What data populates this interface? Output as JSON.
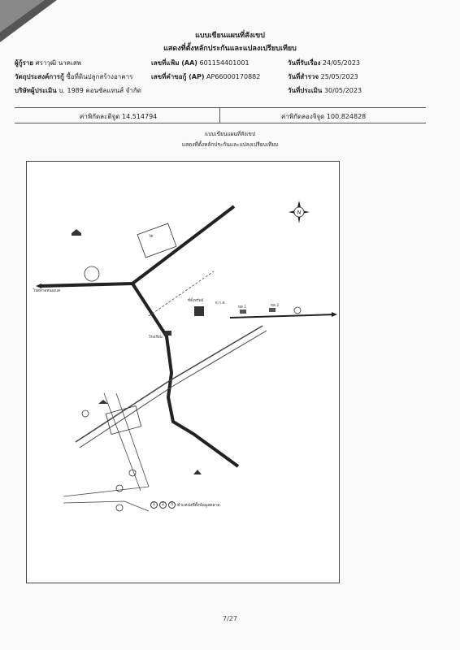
{
  "document": {
    "title": "แบบเขียนแผนที่สังเขป",
    "subtitle": "แสดงที่ตั้งหลักประกันและแปลงเปรียบเทียบ",
    "borrower_label": "ผู้กู้ราย",
    "borrower_value": "ศราวุฒิ นาคเสพ",
    "purpose_label": "วัตถุประสงค์การกู้",
    "purpose_value": "ซื้อที่ดินปลูกสร้างอาคาร",
    "appraiser_label": "บริษัทผู้ประเมิน",
    "appraiser_value": "บ. 1989 คอนซัลแทนส์ จำกัด",
    "file_no_label": "เลขที่แฟ้ม (AA)",
    "file_no_value": "601154401001",
    "request_no_label": "เลขที่คำขอกู้ (AP)",
    "request_no_value": "AP66000170882",
    "received_label": "วันที่รับเรื่อง",
    "received_value": "24/05/2023",
    "survey_label": "วันที่สำรวจ",
    "survey_value": "25/05/2023",
    "appraisal_label": "วันที่ประเมิน",
    "appraisal_value": "30/05/2023",
    "lat_label": "ค่าพิกัดละติจูด",
    "lat_value": "14.514794",
    "lon_label": "ค่าพิกัดลองจิจูด",
    "lon_value": "100.824828",
    "map_title": "แบบเขียนแผนที่สังเขป",
    "map_subtitle": "แสดงที่ตั้งหลักประกันและแปลงเปรียบเทียบ",
    "page_number": "7/27"
  },
  "map": {
    "labels": {
      "temple": "วัด",
      "school": "โรงเรียน",
      "park": "ไปตลาดหนองแค",
      "bank": "ธ.ก.ส.",
      "comp1": "ทด.1",
      "comp2": "ทด.2",
      "collateral": "ที่ตั้งทรัพย์",
      "legend_text": "ตำแหน่งที่ตั้งข้อมูลตลาด"
    },
    "compass": "N",
    "legend_numbers": [
      "1",
      "2",
      "3"
    ]
  },
  "colors": {
    "road": "#222222",
    "line": "#444444",
    "text": "#222222"
  }
}
